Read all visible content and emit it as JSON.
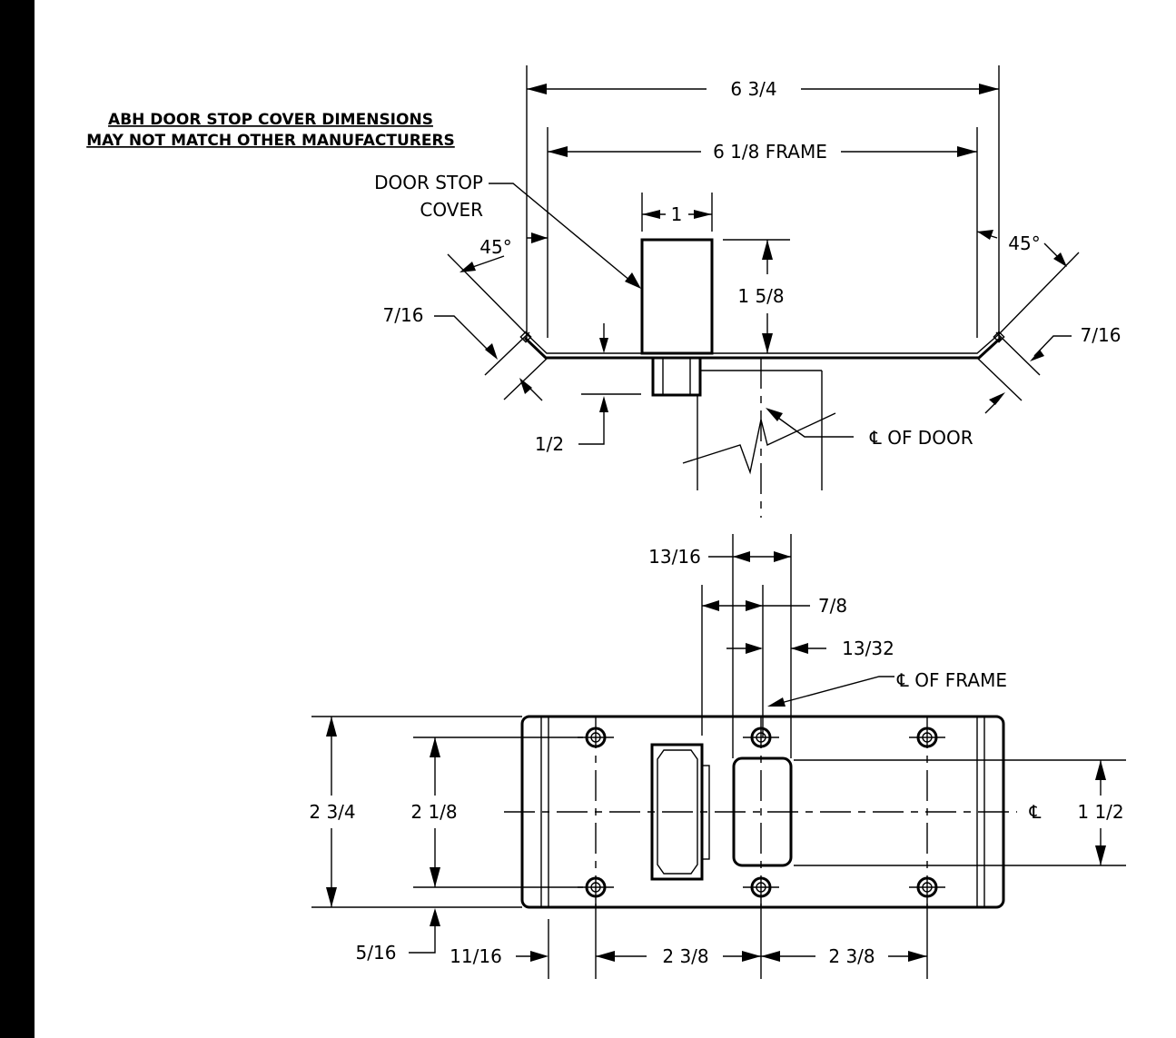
{
  "note": {
    "line1": "ABH DOOR STOP COVER DIMENSIONS",
    "line2": "MAY NOT MATCH OTHER MANUFACTURERS"
  },
  "top_view": {
    "overall_width": "6 3/4",
    "frame_width": "6 1/8 FRAME",
    "cover_label_line1": "DOOR STOP",
    "cover_label_line2": "COVER",
    "cover_width": "1",
    "cover_height": "1 5/8",
    "angle_left": "45°",
    "angle_right": "45°",
    "return_left": "7/16",
    "return_right": "7/16",
    "offset": "1/2",
    "door_centerline": "℄ OF DOOR"
  },
  "front_view": {
    "dim_13_16": "13/16",
    "dim_7_8": "7/8",
    "dim_13_32": "13/32",
    "frame_centerline": "℄ OF FRAME",
    "overall_height": "2 3/4",
    "hole_spacing_vertical": "2 1/8",
    "centerline_symbol": "℄",
    "opening_height": "1 1/2",
    "edge_offset": "5/16",
    "end_offset": "11/16",
    "hole_spacing_left": "2 3/8",
    "hole_spacing_right": "2 3/8"
  }
}
